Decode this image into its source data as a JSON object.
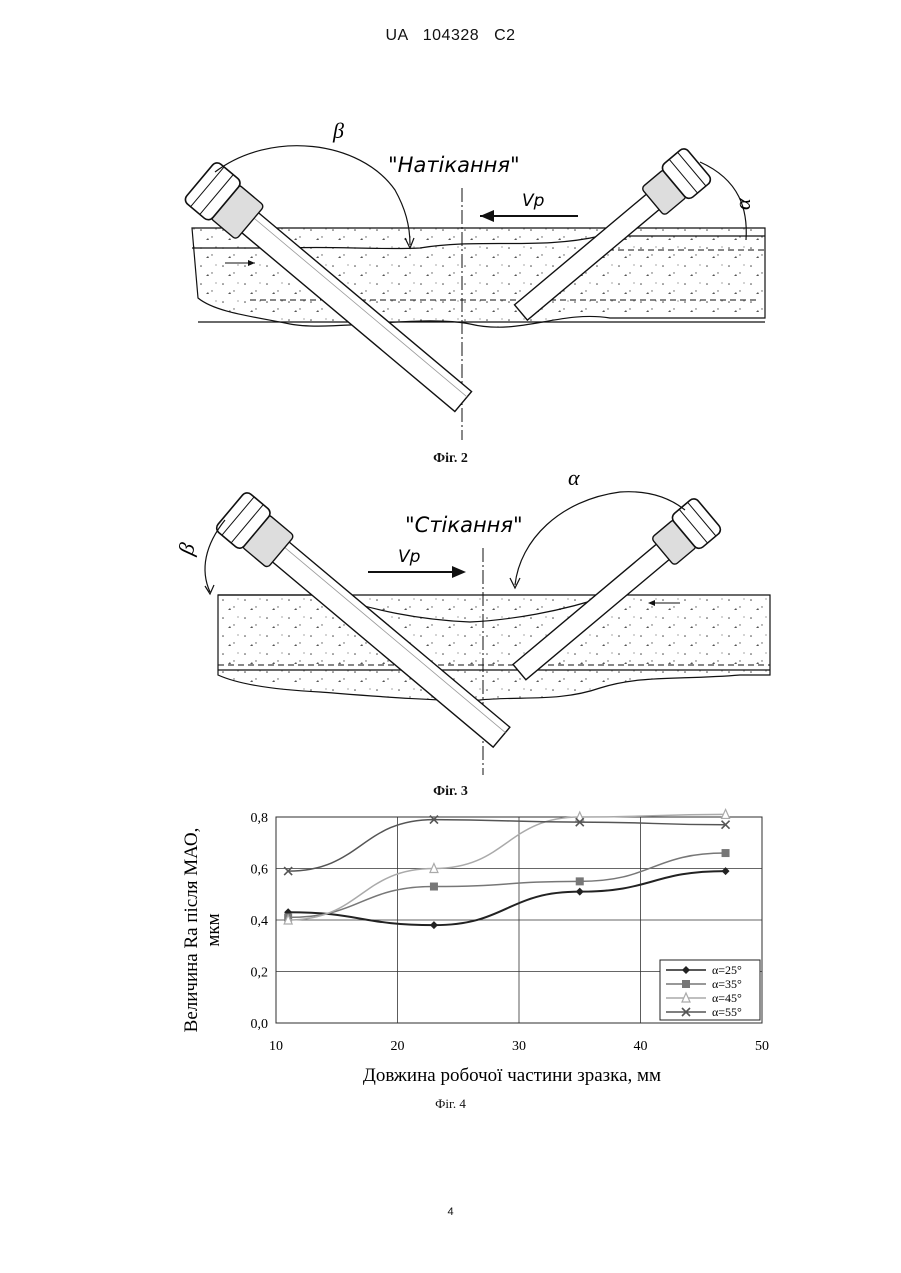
{
  "header": {
    "text": "UA   104328   C2"
  },
  "fig2": {
    "caption": "Фіг. 2",
    "mode_label": "\"Натікання\"",
    "angle_beta": "β",
    "angle_alpha": "α",
    "velocity": "Vp"
  },
  "fig3": {
    "caption": "Фіг. 3",
    "mode_label": "\"Стікання\"",
    "angle_beta": "β",
    "angle_alpha": "α",
    "velocity": "Vp"
  },
  "fig4": {
    "caption": "Фіг. 4",
    "chart_data": {
      "type": "line",
      "title": "",
      "xlabel": "Довжина робочої частини зразка, мм",
      "ylabel": "Величина Ra після МАО, мкм",
      "xlim": [
        10,
        50
      ],
      "ylim": [
        0,
        0.8
      ],
      "xticks": [
        "10",
        "20",
        "30",
        "40",
        "50"
      ],
      "yticks": [
        "0,0",
        "0,2",
        "0,4",
        "0,6",
        "0,8"
      ],
      "grid": true,
      "legend_position": "bottom-right",
      "series": [
        {
          "name": "α=25°",
          "marker": "diamond",
          "color": "#222222",
          "x": [
            11,
            23,
            35,
            47
          ],
          "y": [
            0.43,
            0.38,
            0.51,
            0.59
          ]
        },
        {
          "name": "α=35°",
          "marker": "square",
          "color": "#777777",
          "x": [
            11,
            23,
            35,
            47
          ],
          "y": [
            0.41,
            0.53,
            0.55,
            0.66
          ]
        },
        {
          "name": "α=45°",
          "marker": "triangle",
          "color": "#aaaaaa",
          "x": [
            11,
            23,
            35,
            47
          ],
          "y": [
            0.4,
            0.6,
            0.8,
            0.81
          ]
        },
        {
          "name": "α=55°",
          "marker": "x",
          "color": "#555555",
          "x": [
            11,
            23,
            35,
            47
          ],
          "y": [
            0.59,
            0.79,
            0.78,
            0.77
          ]
        }
      ]
    }
  },
  "page_number": "4"
}
